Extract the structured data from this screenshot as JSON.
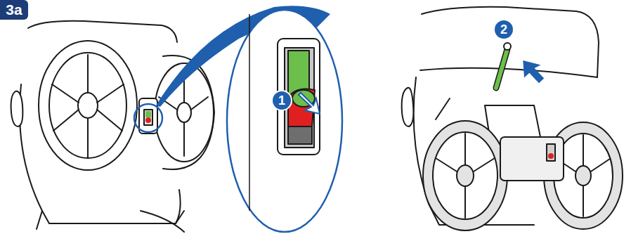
{
  "diagram": {
    "labels": [
      "3a",
      "1",
      "2"
    ]
  }
}
